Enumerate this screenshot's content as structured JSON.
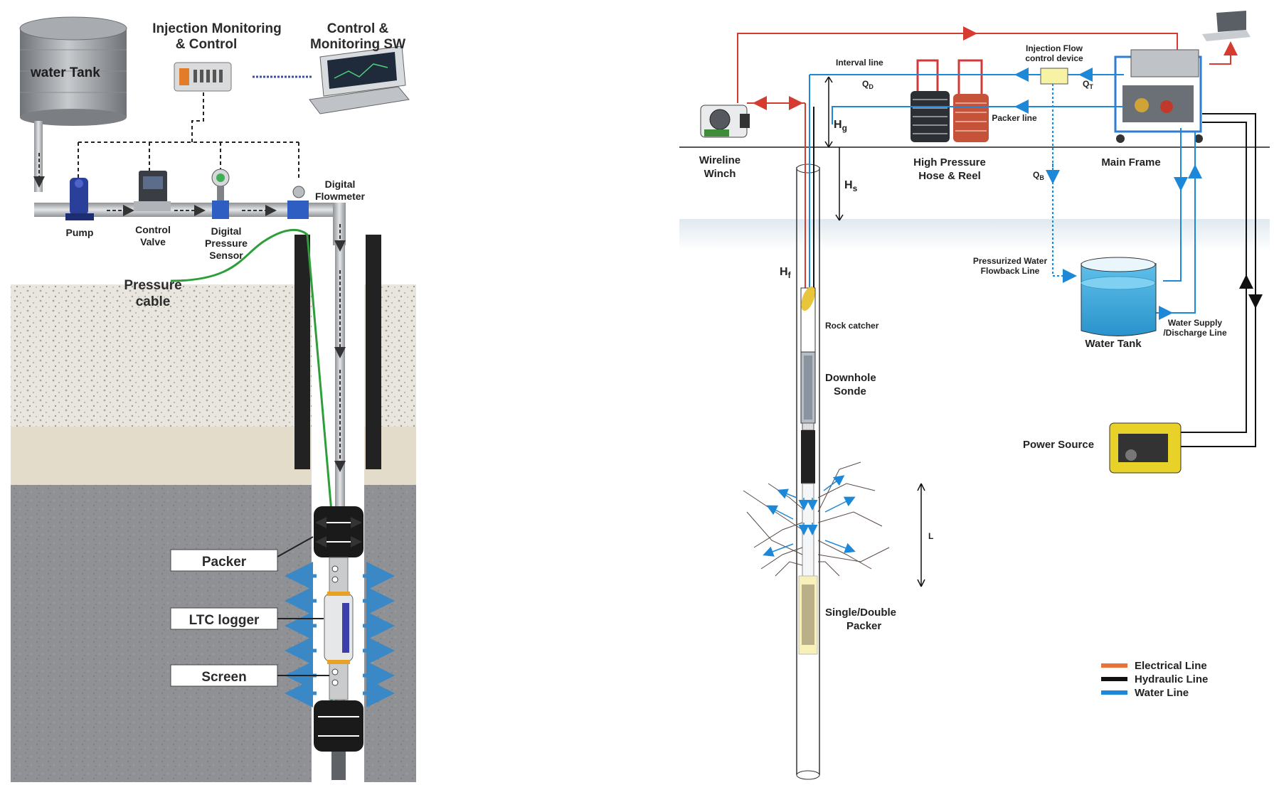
{
  "left_panel": {
    "water_tank": "water Tank",
    "injection_monitoring": [
      "Injection Monitoring",
      "& Control"
    ],
    "control_monitoring_sw": [
      "Control &",
      "Monitoring SW"
    ],
    "pump": "Pump",
    "control_valve": [
      "Control",
      "Valve"
    ],
    "digital_pressure_sensor": [
      "Digital",
      "Pressure",
      "Sensor"
    ],
    "digital_flowmeter": [
      "Digital",
      "Flowmeter"
    ],
    "pressure_cable": [
      "Pressure",
      "cable"
    ],
    "packer": "Packer",
    "ltc_logger": "LTC logger",
    "screen": "Screen"
  },
  "right_panel": {
    "interval_line": "Interval line",
    "injection_flow_device": [
      "Injection Flow",
      "control device"
    ],
    "packer_line": "Packer line",
    "q_d": "Q",
    "q_d_sub": "D",
    "q_t": "Q",
    "q_t_sub": "T",
    "q_b": "Q",
    "q_b_sub": "B",
    "h_g": "H",
    "h_g_sub": "g",
    "h_s": "H",
    "h_s_sub": "s",
    "h_f": "H",
    "h_f_sub": "f",
    "wireline_winch": [
      "Wireline",
      "Winch"
    ],
    "high_pressure_hose": [
      "High Pressure",
      "Hose & Reel"
    ],
    "main_frame": "Main Frame",
    "pressurized_flowback": [
      "Pressurized Water",
      "Flowback Line"
    ],
    "water_tank": "Water Tank",
    "water_supply": [
      "Water Supply",
      "/Discharge Line"
    ],
    "rock_catcher": "Rock catcher",
    "downhole_sonde": [
      "Downhole",
      "Sonde"
    ],
    "single_double_packer": [
      "Single/Double",
      "Packer"
    ],
    "power_source": "Power Source",
    "interval_length": "L",
    "legend": [
      {
        "label": "Electrical  Line",
        "color": "#e8743b"
      },
      {
        "label": "Hydraulic  Line",
        "color": "#111111"
      },
      {
        "label": "Water  Line",
        "color": "#1e88d8"
      }
    ]
  },
  "colors": {
    "electrical": "#d63b2f",
    "water": "#1e88d8",
    "hydraulic": "#111111",
    "pressure_cable": "#2e9e3a"
  }
}
